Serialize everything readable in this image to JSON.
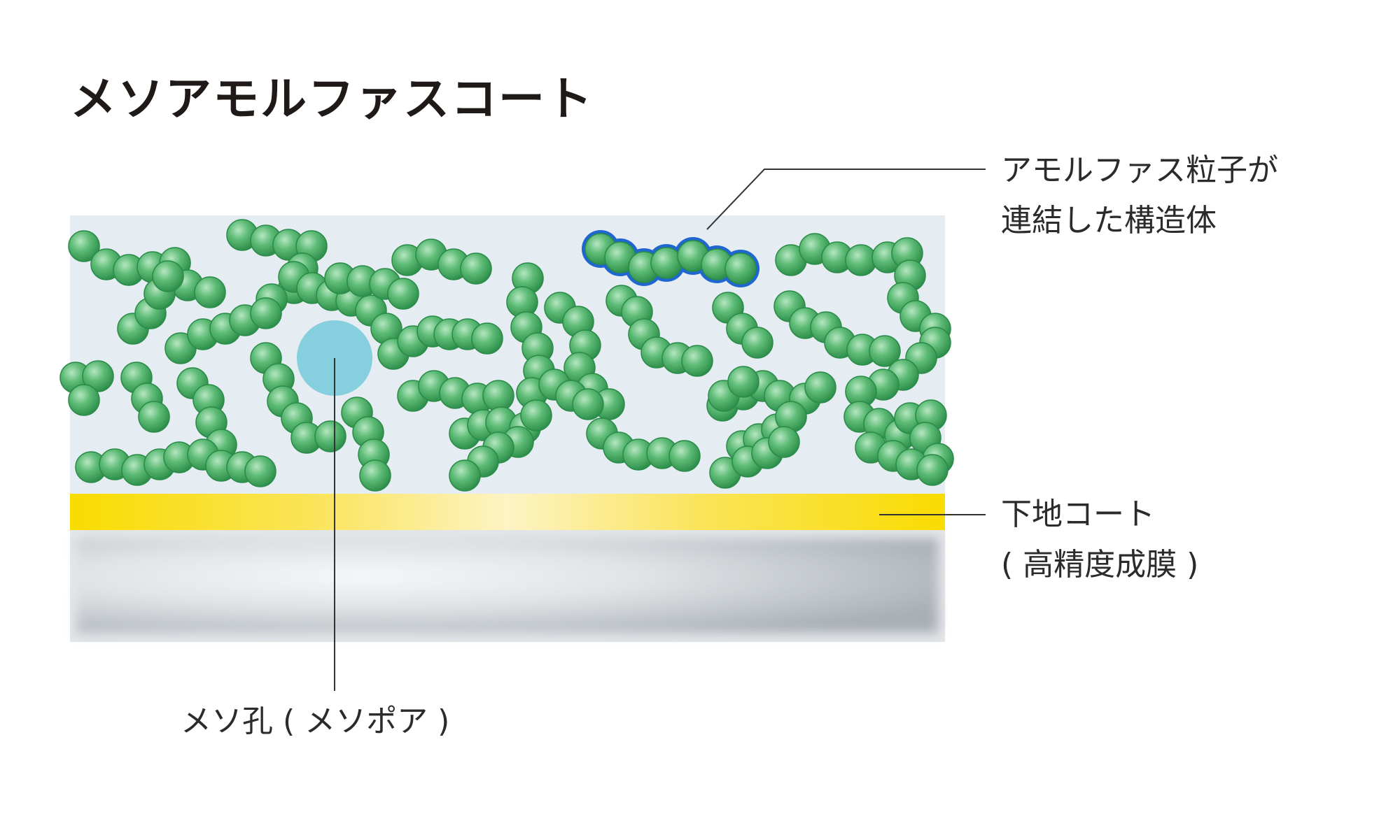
{
  "title": "メソアモルファスコート",
  "labels": {
    "particles_line1": "アモルファス粒子が",
    "particles_line2": "連結した構造体",
    "undercoat_line1": "下地コート",
    "undercoat_line2": "( 高精度成膜 )",
    "pore": "メソ孔 ( メソポア )"
  },
  "colors": {
    "film_background": "#e5ecf2",
    "particle": "#4fb26a",
    "particle_highlight": "#9fdcae",
    "particle_outline": "#1f8a43",
    "chain_highlight": "#1f66d0",
    "pore": "#86cfdf",
    "undercoat": "#f8dd00",
    "substrate": "#cfd4d8",
    "leader_line": "#333333"
  }
}
